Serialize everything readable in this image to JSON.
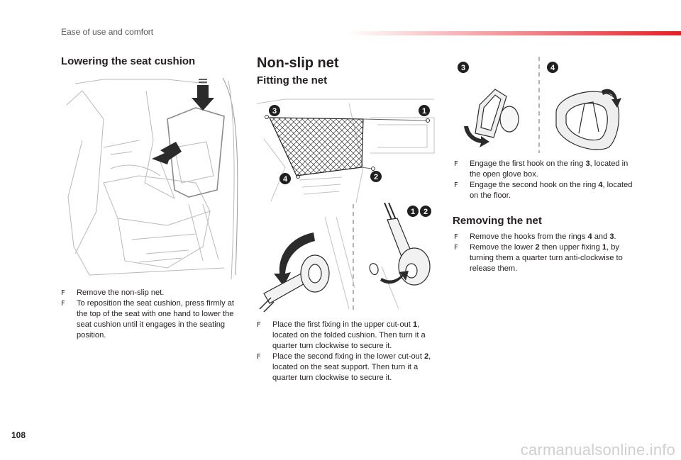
{
  "header": {
    "title": "Ease of use and comfort",
    "accent_color": "#e41e26"
  },
  "page_number": "108",
  "watermark": "carmanualsonline.info",
  "left_column": {
    "heading": "Lowering the seat cushion",
    "steps": [
      "Remove the non-slip net.",
      "To reposition the seat cushion, press firmly at the top of the seat with one hand to lower the seat cushion until it engages in the seating position."
    ]
  },
  "middle_column": {
    "heading": "Non-slip net",
    "subheading": "Fitting the net",
    "figure_labels": {
      "ring1": "1",
      "ring2": "2",
      "ring3": "3",
      "ring4": "4"
    },
    "steps": [
      {
        "before": "Place the first fixing in the upper cut-out ",
        "bold": "1",
        "after": ", located on the folded cushion. Then turn it a quarter turn clockwise to secure it."
      },
      {
        "before": "Place the second fixing in the lower cut-out ",
        "bold": "2",
        "after": ", located on the seat support. Then turn it a quarter turn clockwise to secure it."
      }
    ]
  },
  "right_column": {
    "figure_labels": {
      "ring3": "3",
      "ring4": "4"
    },
    "steps": [
      {
        "before": "Engage the first hook on the ring ",
        "bold": "3",
        "after": ", located in the open glove box."
      },
      {
        "before": "Engage the second hook on the ring ",
        "bold": "4",
        "after": ", located on the floor."
      }
    ],
    "removing": {
      "heading": "Removing the net",
      "step1": {
        "before": "Remove the hooks from the rings ",
        "bold1": "4",
        "mid": " and ",
        "bold2": "3",
        "after": "."
      },
      "step2": {
        "before": "Remove the lower ",
        "bold1": "2",
        "mid": " then upper fixing ",
        "bold2": "1",
        "after": ", by turning them a quarter turn anti-clockwise to release them."
      }
    }
  },
  "bullet_mark": "F",
  "icons": {
    "bullet": "check-box-icon",
    "arrow": "curved-arrow-icon"
  }
}
